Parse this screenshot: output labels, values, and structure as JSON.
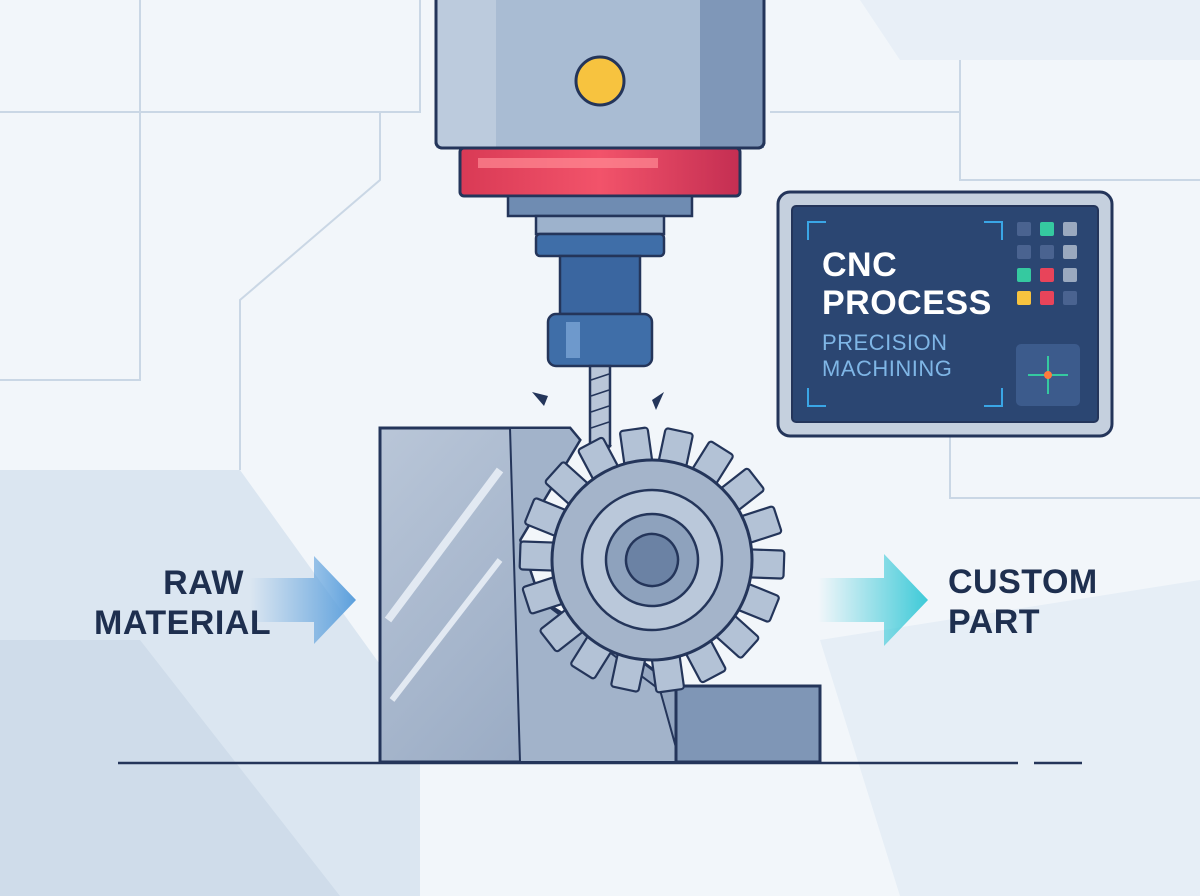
{
  "input_label": {
    "line1": "RAW",
    "line2": "MATERIAL"
  },
  "output_label": {
    "line1": "CUSTOM",
    "line2": "PART"
  },
  "screen": {
    "title_line1": "CNC",
    "title_line2": "PROCESS",
    "subtitle_line1": "PRECISION",
    "subtitle_line2": "MACHINING"
  },
  "colors": {
    "background": "#f2f6fa",
    "outline": "#24355a",
    "spindle_body": "#9fb3cb",
    "spindle_collar": "#e8445a",
    "tool_holder": "#3f6ea8",
    "indicator": "#f7c33f",
    "screen_bg": "#2b4672",
    "arrow_input": "#5b9fdc",
    "arrow_output": "#3ecad8"
  },
  "icons": [
    "status-indicator-icon",
    "crosshair-icon",
    "right-arrow-icon",
    "gear-icon",
    "end-mill-icon"
  ]
}
